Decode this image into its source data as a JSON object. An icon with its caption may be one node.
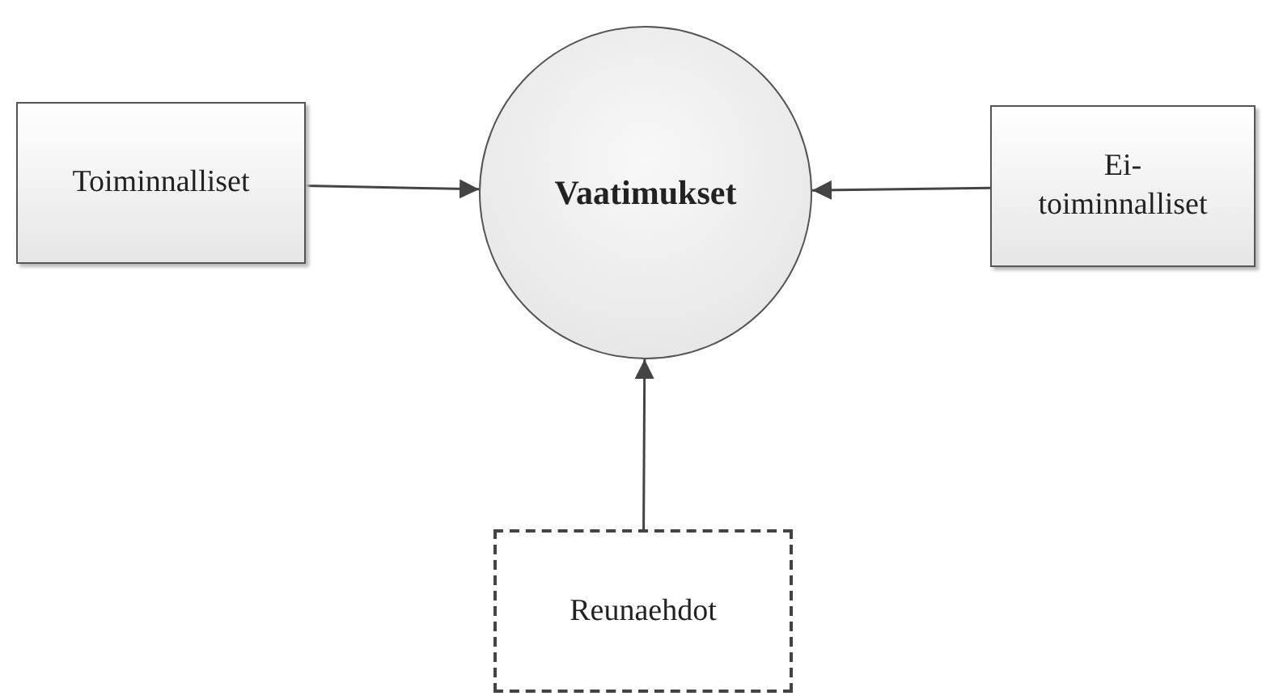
{
  "diagram": {
    "nodes": [
      {
        "text": [
          "Toiminnalliset"
        ]
      },
      {
        "text": [
          "Vaatimukset"
        ]
      },
      {
        "text": [
          "Ei- toiminnalliset"
        ]
      },
      {
        "text": [
          "Reunaehdot"
        ]
      }
    ],
    "edges": [
      {
        "from": 0,
        "to": 1,
        "arrow": "to"
      },
      {
        "from": 2,
        "to": 1,
        "arrow": "to"
      },
      {
        "from": 3,
        "to": 1,
        "arrow": "to"
      }
    ]
  }
}
